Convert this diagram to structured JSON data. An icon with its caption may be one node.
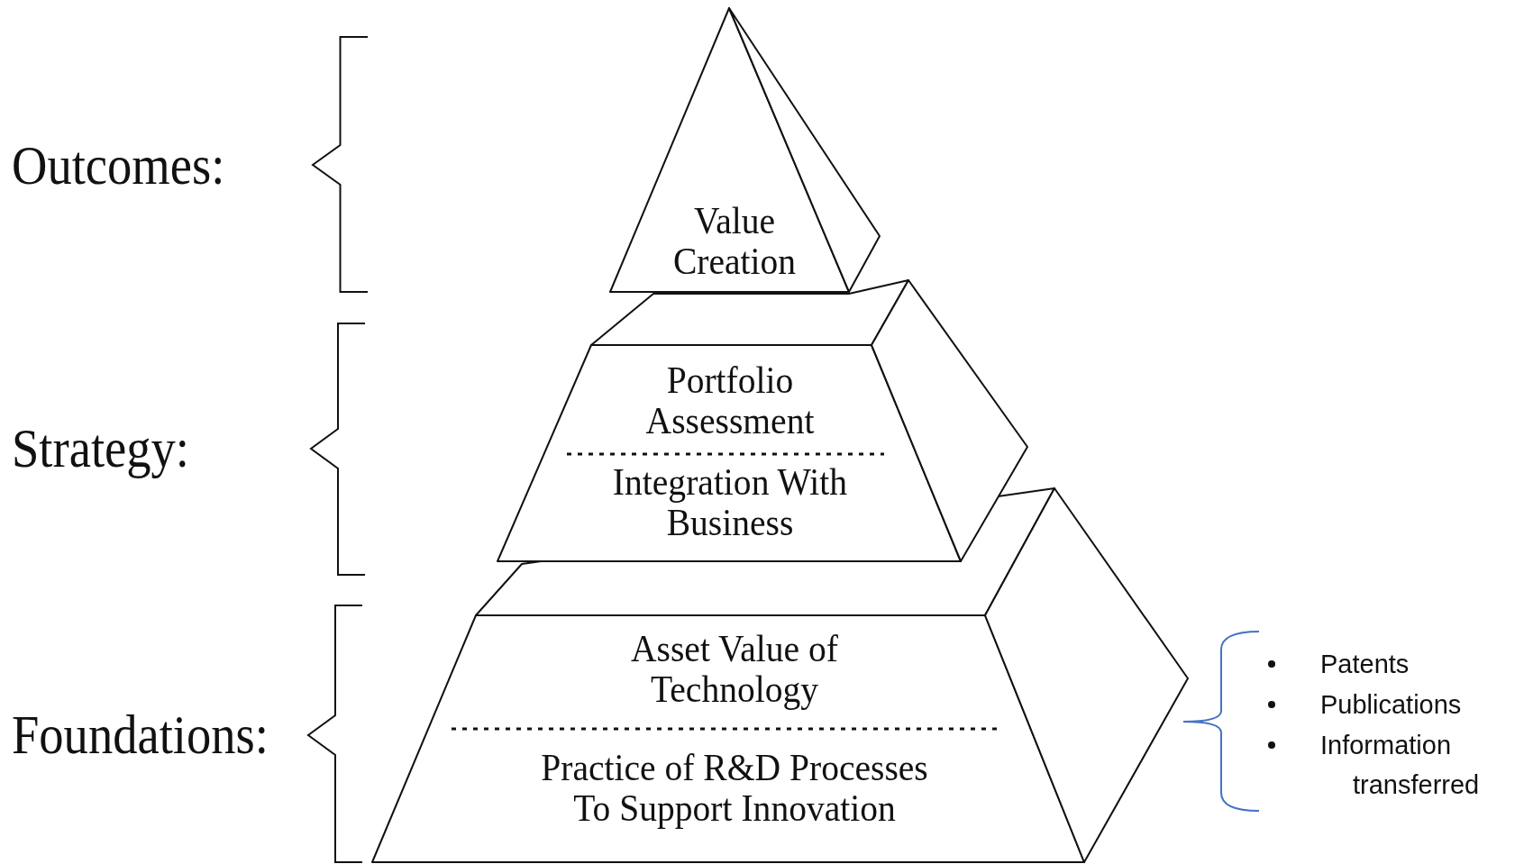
{
  "diagram": {
    "nodes": [
      {
        "text": [
          "Value Creation"
        ]
      },
      {
        "text": [
          "Portfolio Assessment",
          "Integration With Business"
        ]
      },
      {
        "text": [
          "Asset Value of Technology",
          "Practice of R&D Processes To Support Innovation"
        ]
      }
    ],
    "labels": [
      "Outcomes:",
      "Strategy:",
      "Foundations:",
      "Patents",
      "Publications",
      "Information transferred"
    ]
  }
}
